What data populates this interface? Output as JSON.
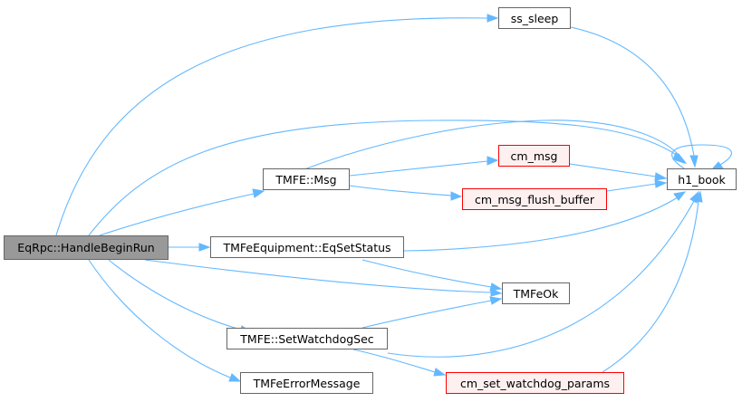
{
  "colors": {
    "edge": "#63b8ff",
    "root_fill": "#999999",
    "node_border": "#666666",
    "external_border": "#ff0000",
    "external_fill": "#fff0f0"
  },
  "nodes": {
    "handle_begin_run": "EqRpc::HandleBeginRun",
    "ss_sleep": "ss_sleep",
    "tmfe_msg": "TMFE::Msg",
    "cm_msg": "cm_msg",
    "cm_msg_flush_buffer": "cm_msg_flush_buffer",
    "h1_book": "h1_book",
    "eq_set_status": "TMFeEquipment::EqSetStatus",
    "tmfe_ok": "TMFeOk",
    "set_watchdog_sec": "TMFE::SetWatchdogSec",
    "tmfe_error_message": "TMFeErrorMessage",
    "cm_set_watchdog_params": "cm_set_watchdog_params"
  }
}
